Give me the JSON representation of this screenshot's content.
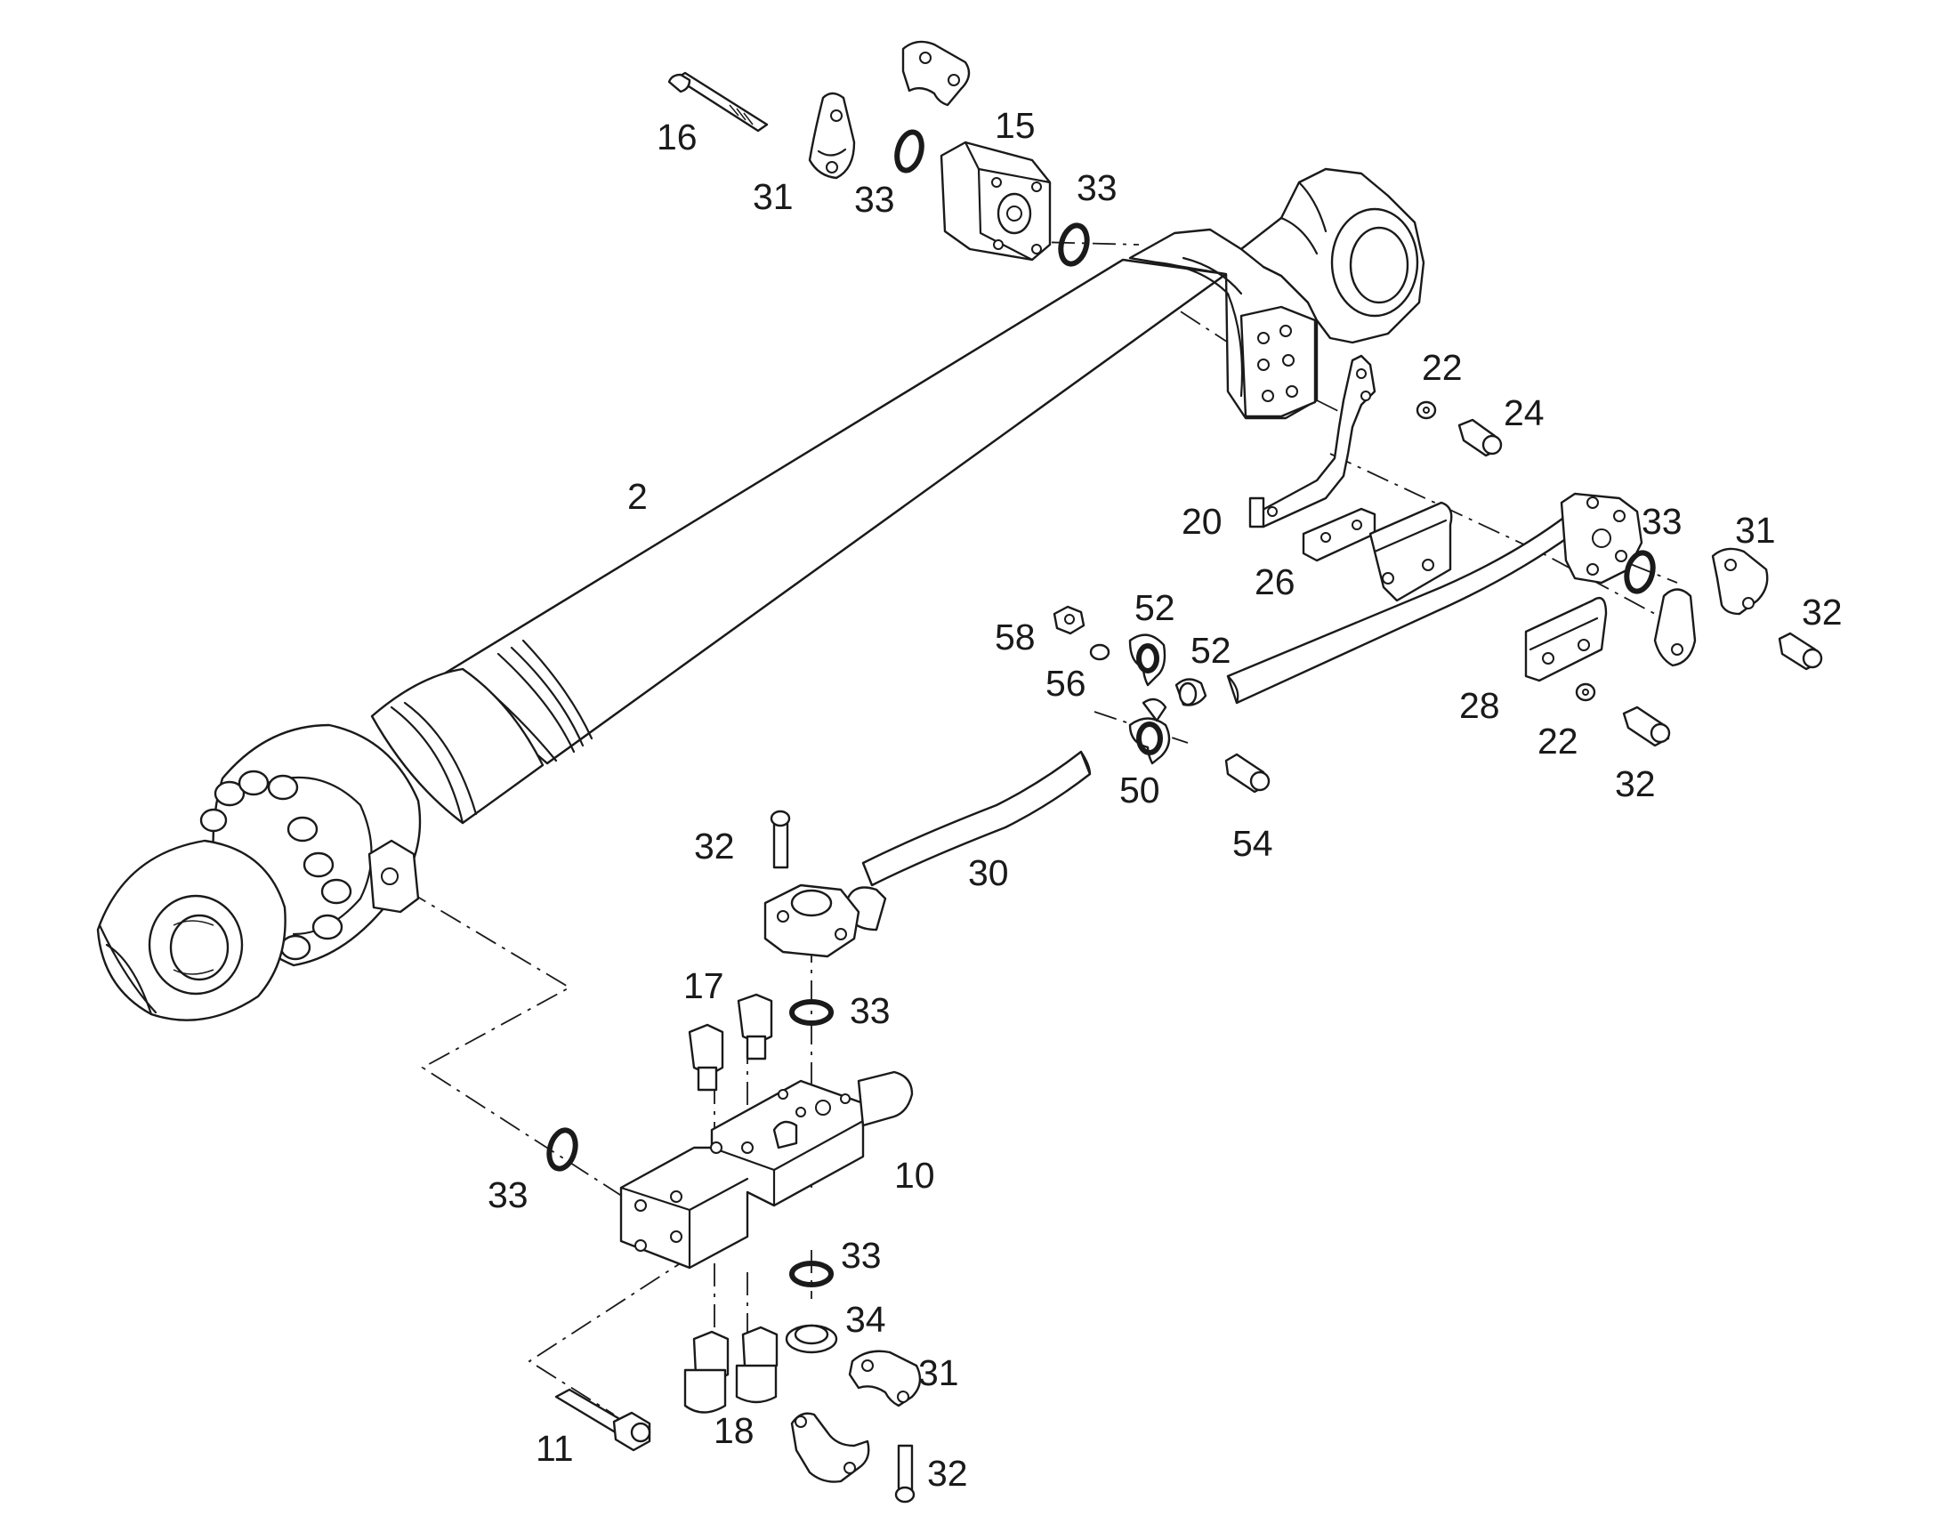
{
  "callouts": [
    "2",
    "10",
    "11",
    "15",
    "16",
    "17",
    "18",
    "20",
    "22",
    "24",
    "26",
    "28",
    "30",
    "31",
    "32",
    "33",
    "34",
    "50",
    "52",
    "54",
    "56",
    "58"
  ]
}
